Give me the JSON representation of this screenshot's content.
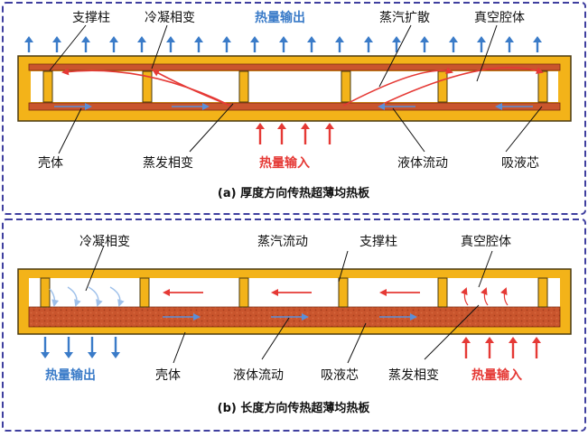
{
  "colors": {
    "frame_dash": "#3f3f9f",
    "shell": "#f3b319",
    "shell_edge": "#4a3a10",
    "wick": "#c9552d",
    "wick_edge": "#7a2a10",
    "heat_out": "#3a7bc8",
    "heat_in": "#e53935",
    "vapor_red": "#e53935",
    "liquid_blue": "#5b8fd8",
    "label_text": "#111111"
  },
  "panel_a": {
    "caption": "(a) 厚度方向传热超薄均热板",
    "labels": {
      "support_column": "支撑柱",
      "condensation": "冷凝相变",
      "heat_output": "热量输出",
      "vapor_diffusion": "蒸汽扩散",
      "vacuum_cavity": "真空腔体",
      "shell": "壳体",
      "evaporation": "蒸发相变",
      "heat_input": "热量输入",
      "liquid_flow": "液体流动",
      "wick": "吸液芯"
    }
  },
  "panel_b": {
    "caption": "(b) 长度方向传热超薄均热板",
    "labels": {
      "condensation": "冷凝相变",
      "vapor_flow": "蒸汽流动",
      "support_column": "支撑柱",
      "vacuum_cavity": "真空腔体",
      "heat_output": "热量输出",
      "shell": "壳体",
      "liquid_flow": "液体流动",
      "wick": "吸液芯",
      "evaporation": "蒸发相变",
      "heat_input": "热量输入"
    }
  }
}
